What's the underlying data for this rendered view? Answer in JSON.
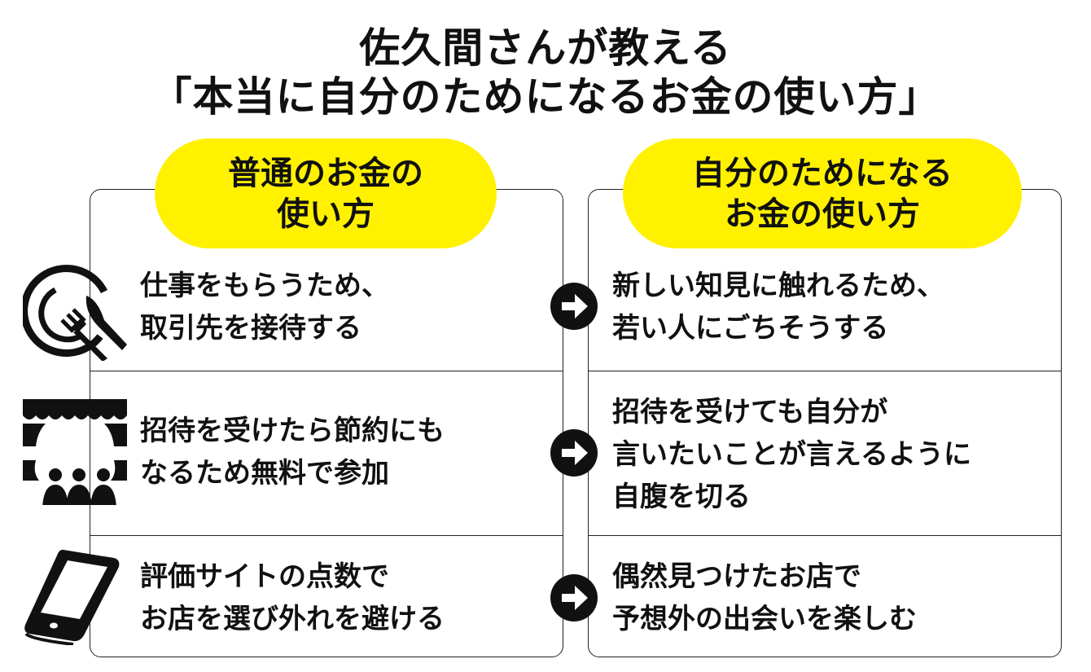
{
  "title": {
    "line1": "佐久間さんが教える",
    "line2": "「本当に自分のためになるお金の使い方」"
  },
  "columns": {
    "left": {
      "heading_line1": "普通のお金の",
      "heading_line2": "使い方"
    },
    "right": {
      "heading_line1": "自分のためになる",
      "heading_line2": "お金の使い方"
    }
  },
  "rows": [
    {
      "icon": "dinner-plate-icon",
      "left": [
        "仕事をもらうため、",
        "取引先を接待する"
      ],
      "right": [
        "新しい知見に触れるため、",
        "若い人にごちそうする"
      ]
    },
    {
      "icon": "theater-audience-icon",
      "left": [
        "招待を受けたら節約にも",
        "なるため無料で参加"
      ],
      "right": [
        "招待を受けても自分が",
        "言いたいことが言えるように",
        "自腹を切る"
      ]
    },
    {
      "icon": "smartphone-icon",
      "left": [
        "評価サイトの点数で",
        "お店を選び外れを避ける"
      ],
      "right": [
        "偶然見つけたお店で",
        "予想外の出会いを楽しむ"
      ]
    }
  ],
  "colors": {
    "accent": "#fff100",
    "ink": "#111111"
  }
}
